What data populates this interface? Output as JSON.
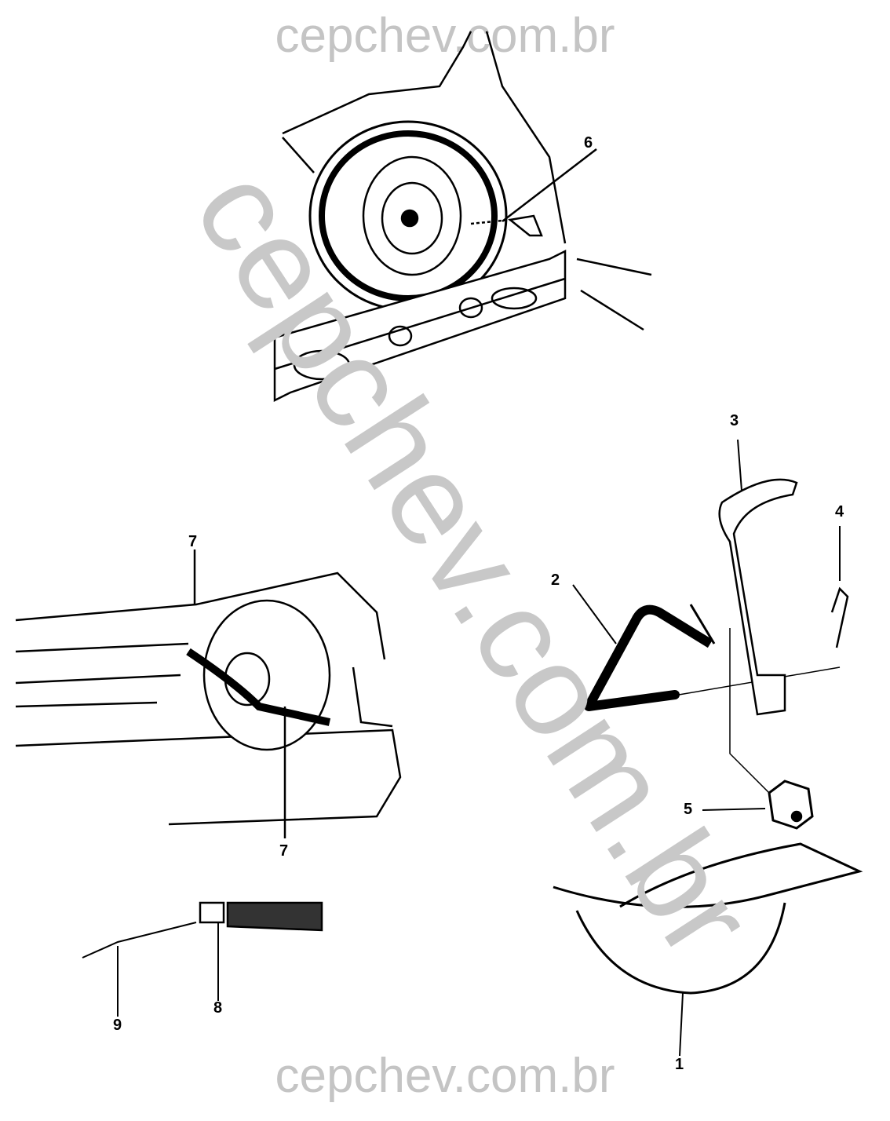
{
  "watermark": {
    "top": "cepchev.com.br",
    "diagonal": "cepchev.com.br",
    "bottom": "cepchev.com.br"
  },
  "callouts": {
    "c1": "1",
    "c2": "2",
    "c3": "3",
    "c4": "4",
    "c5": "5",
    "c6": "6",
    "c7a": "7",
    "c7b": "7",
    "c8": "8",
    "c9": "9"
  }
}
